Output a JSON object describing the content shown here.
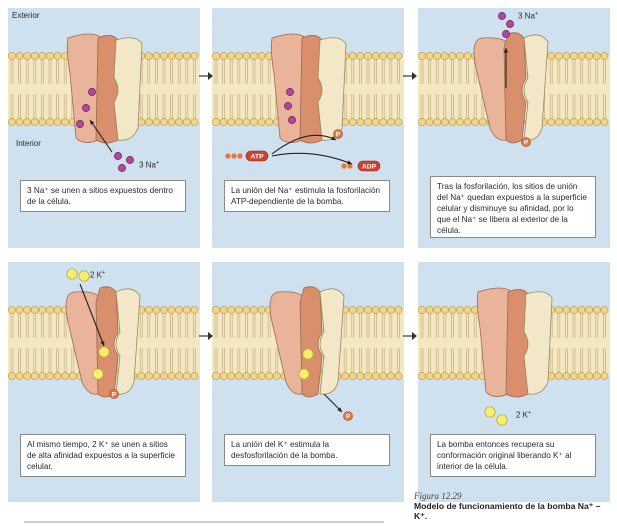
{
  "labels": {
    "exterior": "Exterior",
    "interior": "Interior"
  },
  "panels": [
    {
      "caption": "3 Na⁺ se unen a sitios expuestos dentro de la célula.",
      "ions": {
        "label": "3 Na",
        "charge": "+"
      }
    },
    {
      "caption": "La unión del Na⁺ estimula la fosforilación ATP-dependiente de la bomba.",
      "molecules": {
        "atp": "ATP",
        "adp": "ADP",
        "phosphate": "P"
      }
    },
    {
      "caption": "Tras la fosforilación, los sitios de unión del Na⁺ quedan expuestos a la superficie celular y disminuye su afinidad, por lo que el Na⁺ se libera al exterior de la célula.",
      "ions": {
        "label": "3 Na",
        "charge": "+"
      }
    },
    {
      "caption": "Al mismo tiempo, 2 K⁺ se unen a sitios de alta afinidad expuestos a la superficie celular.",
      "ions": {
        "label": "2 K",
        "charge": "+"
      },
      "molecules": {
        "phosphate": "P"
      }
    },
    {
      "caption": "La unión del K⁺ estimula la desfosforilación de la bomba.",
      "molecules": {
        "phosphate": "P"
      }
    },
    {
      "caption": "La bomba entonces recupera su conformación original liberando K⁺ al interior de la célula.",
      "ions": {
        "label": "2 K",
        "charge": "+"
      }
    }
  ],
  "figure": {
    "number": "Figura 12.29",
    "title": "Modelo de funcionamiento de la bomba Na⁺ – K⁺."
  },
  "colors": {
    "background": "#cfe0ee",
    "membrane": "#f4e8c3",
    "lipid_head": "#f3d58a",
    "protein_a": "#e9b49a",
    "protein_b": "#d98f6c",
    "protein_c": "#f2e7c6",
    "sodium": "#b0479a",
    "potassium": "#f7ef6b",
    "phosphate": "#e8763a"
  }
}
